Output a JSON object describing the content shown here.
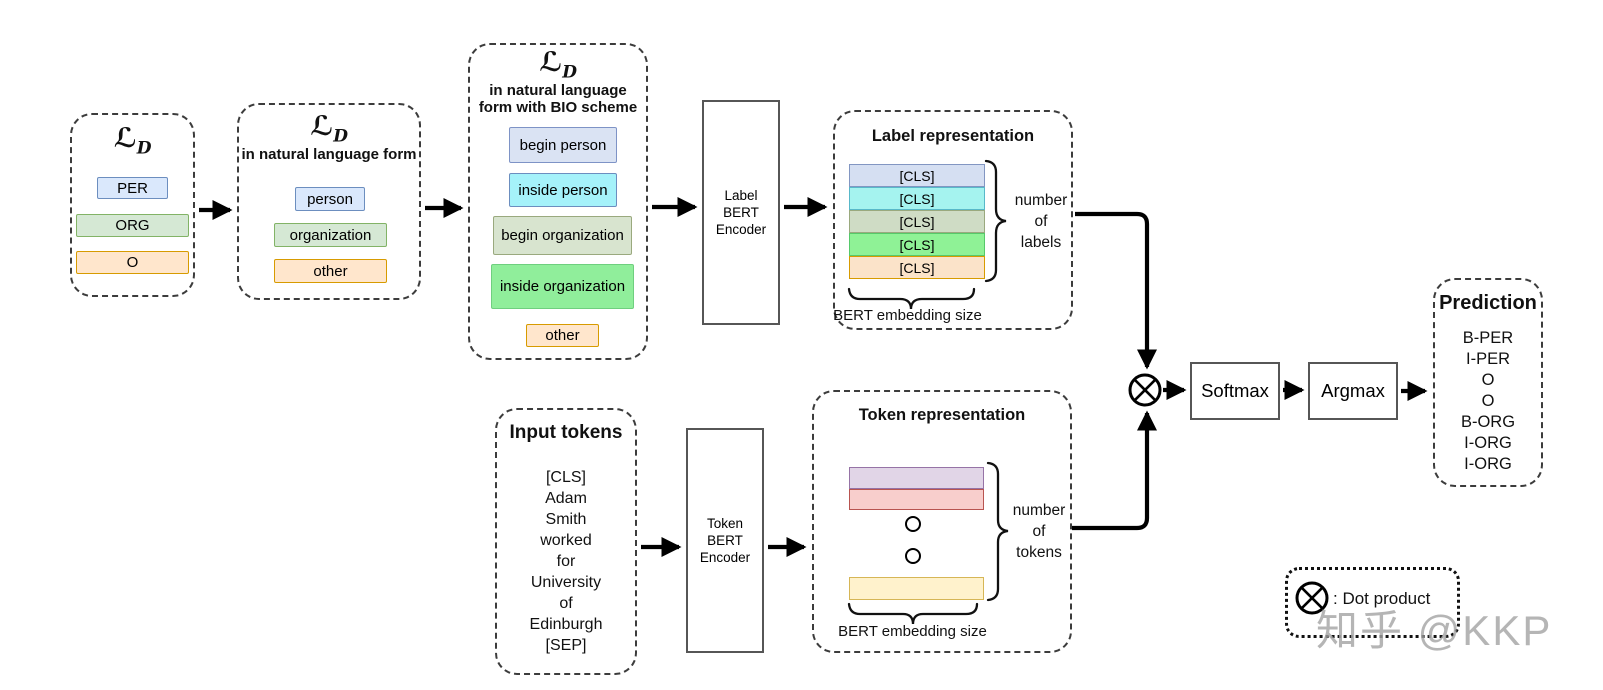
{
  "stage1": {
    "symbol": "ℒ",
    "symbol_sub": "D",
    "items": [
      {
        "label": "PER",
        "fill": "#dae8fc",
        "border": "#6c8ebf"
      },
      {
        "label": "ORG",
        "fill": "#d5e8d4",
        "border": "#82b366"
      },
      {
        "label": "O",
        "fill": "#ffe6cc",
        "border": "#d79b00"
      }
    ]
  },
  "stage2": {
    "symbol": "ℒ",
    "symbol_sub": "D",
    "subtitle": "in natural language form",
    "items": [
      {
        "label": "person",
        "fill": "#dae8fc",
        "border": "#6c8ebf"
      },
      {
        "label": "organization",
        "fill": "#d5e8d4",
        "border": "#82b366"
      },
      {
        "label": "other",
        "fill": "#ffe6cc",
        "border": "#d79b00"
      }
    ]
  },
  "stage3": {
    "symbol": "ℒ",
    "symbol_sub": "D",
    "subtitle": "in natural language form with BIO scheme",
    "items": [
      {
        "label": "begin person",
        "fill": "#dae3f3",
        "border": "#7e93c6"
      },
      {
        "label": "inside person",
        "fill": "#a5f2fa",
        "border": "#6c8ebf"
      },
      {
        "label": "begin organization",
        "fill": "#d8e4cf",
        "border": "#9aa97e"
      },
      {
        "label": "inside organization",
        "fill": "#90ee9b",
        "border": "#6fcf7f"
      },
      {
        "label": "other",
        "fill": "#ffe6cc",
        "border": "#d79b00"
      }
    ]
  },
  "label_encoder": {
    "line1": "Label",
    "line2": "BERT",
    "line3": "Encoder"
  },
  "token_encoder": {
    "line1": "Token",
    "line2": "BERT",
    "line3": "Encoder"
  },
  "label_repr": {
    "title": "Label representation",
    "rows": [
      {
        "label": "[CLS]",
        "fill": "#d5dff2",
        "border": "#8296c2"
      },
      {
        "label": "[CLS]",
        "fill": "#a5f3ef",
        "border": "#58b8c9"
      },
      {
        "label": "[CLS]",
        "fill": "#cfdcc5",
        "border": "#9aa97e"
      },
      {
        "label": "[CLS]",
        "fill": "#8ff296",
        "border": "#56c96a"
      },
      {
        "label": "[CLS]",
        "fill": "#fbe3c9",
        "border": "#d79b00"
      }
    ],
    "right_label_1": "number",
    "right_label_2": "of",
    "right_label_3": "labels",
    "bottom_label": "BERT embedding size"
  },
  "token_repr": {
    "title": "Token representation",
    "bars": [
      {
        "fill": "#e1d5e7",
        "border": "#9673a6"
      },
      {
        "fill": "#f8cecc",
        "border": "#b85450"
      },
      {
        "fill": "#fff2cc",
        "border": "#d6b656"
      }
    ],
    "right_label_1": "number",
    "right_label_2": "of",
    "right_label_3": "tokens",
    "bottom_label": "BERT embedding size"
  },
  "input_tokens": {
    "title": "Input tokens",
    "tokens": [
      "[CLS]",
      "Adam",
      "Smith",
      "worked",
      "for",
      "University",
      "of",
      "Edinburgh",
      "[SEP]"
    ]
  },
  "ops": {
    "softmax": "Softmax",
    "argmax": "Argmax"
  },
  "prediction": {
    "title": "Prediction",
    "items": [
      "B-PER",
      "I-PER",
      "O",
      "O",
      "B-ORG",
      "I-ORG",
      "I-ORG"
    ]
  },
  "legend": {
    "label": ": Dot product"
  },
  "watermark": {
    "text": "知乎 @KKP"
  }
}
